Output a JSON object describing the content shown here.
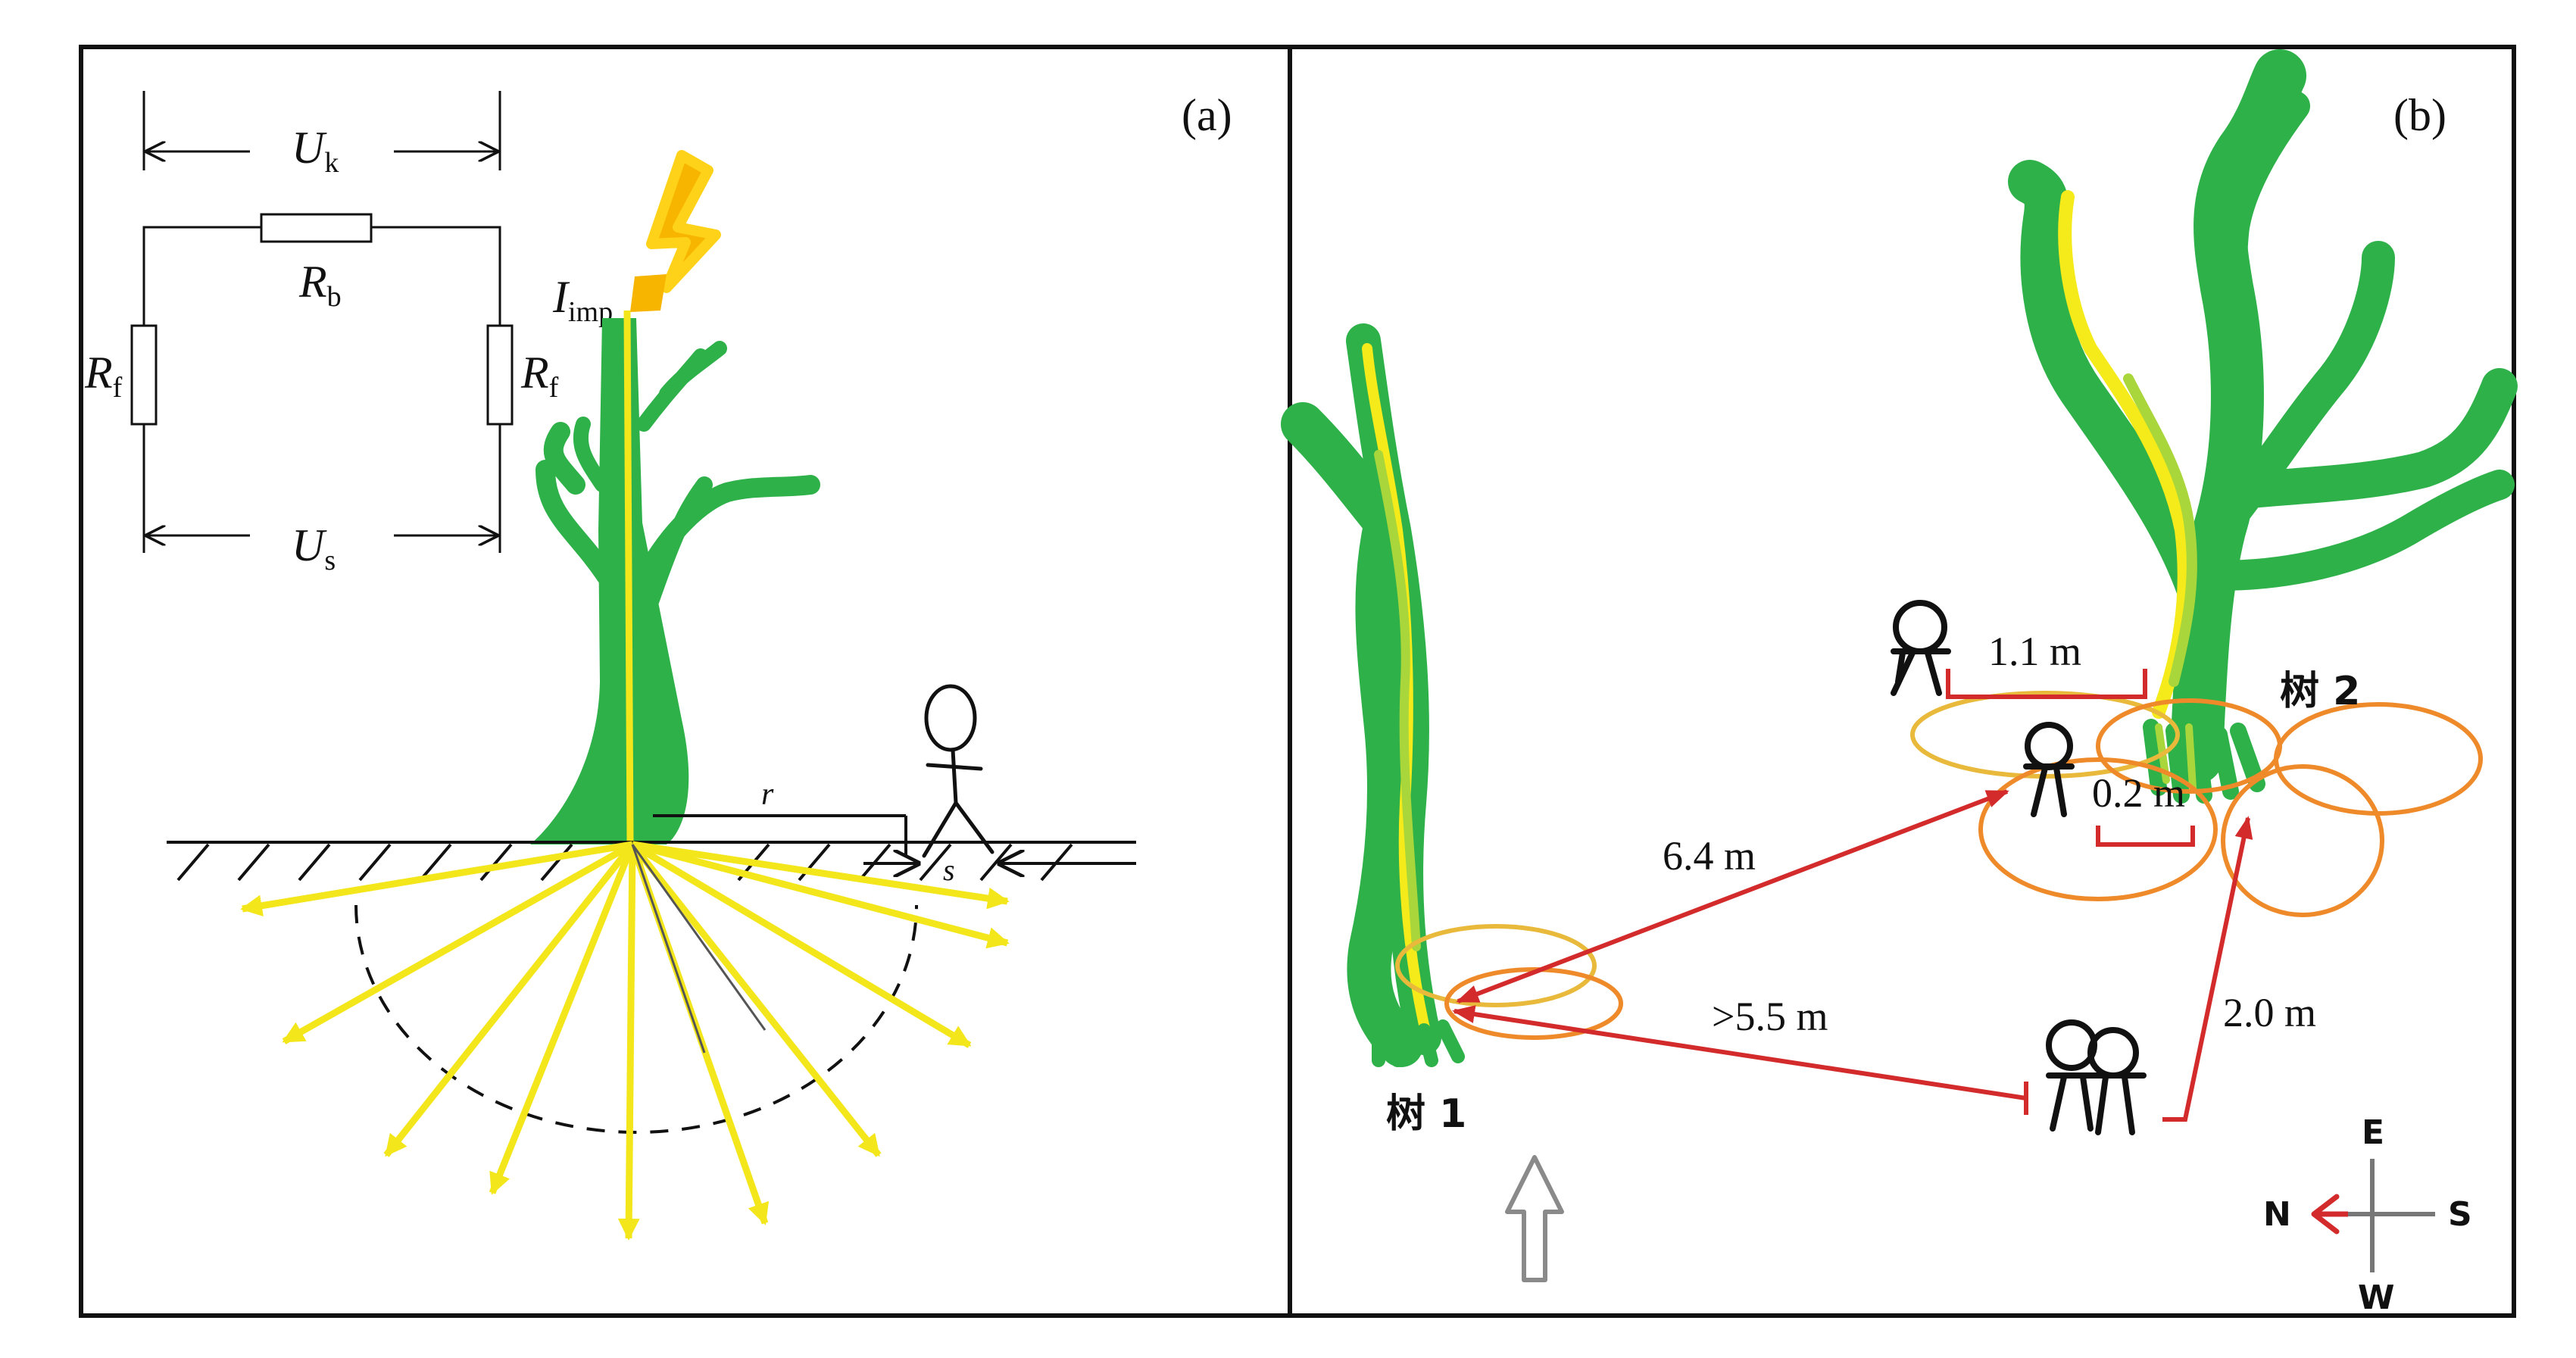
{
  "panels": {
    "a": {
      "label": "(a)"
    },
    "b": {
      "label": "(b)"
    }
  },
  "circuit": {
    "uk": {
      "main": "U",
      "sub": "k"
    },
    "rb": {
      "main": "R",
      "sub": "b"
    },
    "rf_left": {
      "main": "R",
      "sub": "f"
    },
    "rf_right": {
      "main": "R",
      "sub": "f"
    },
    "us": {
      "main": "U",
      "sub": "s"
    }
  },
  "lightning": {
    "main": "I",
    "sub": "imp"
  },
  "ground": {
    "r": "r",
    "s": "s"
  },
  "trees": {
    "tree1": "树 1",
    "tree2": "树 2"
  },
  "distances": {
    "d1": "1.1 m",
    "d2": "0.2 m",
    "d3": "6.4 m",
    "d4": ">5.5 m",
    "d5": "2.0 m"
  },
  "compass": {
    "e": "E",
    "n": "N",
    "s": "S",
    "w": "W"
  },
  "colors": {
    "tree_green": "#2fb14a",
    "tree_yellow": "#f5ea1a",
    "tree_lime": "#a9d63a",
    "lightning": "#f7b500",
    "current_arrow": "#f3e61b",
    "distance_red": "#d32b2b",
    "ring_orange": "#ef8a2a",
    "ring_yellow": "#e8b93a"
  }
}
